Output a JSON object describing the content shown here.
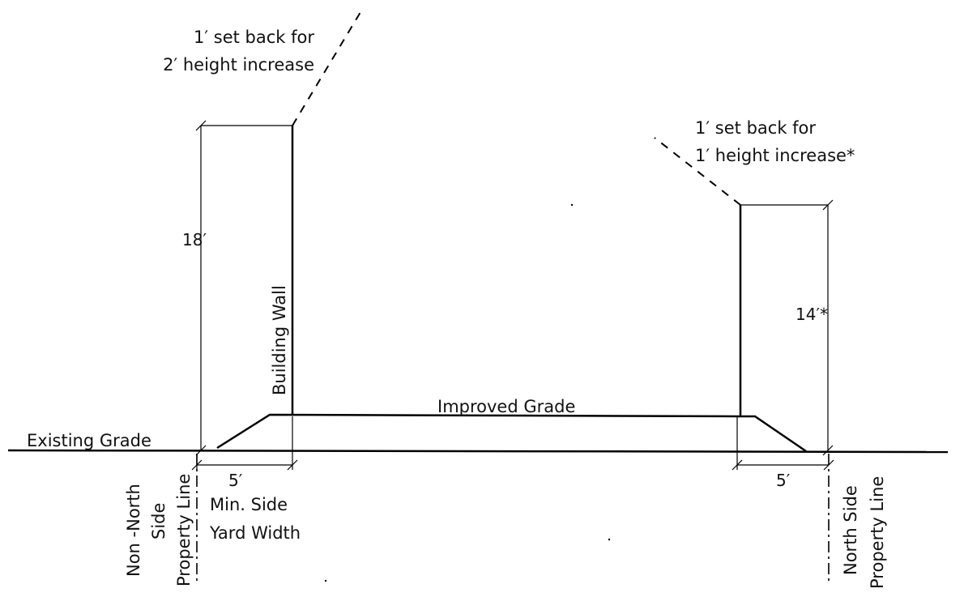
{
  "labels": {
    "left_setback_line1": "1′ set back for",
    "left_setback_line2": "2′ height increase",
    "right_setback_line1": "1′ set back for",
    "right_setback_line2": "1′ height increase*",
    "left_height": "18′",
    "right_height": "14′*",
    "building_wall": "Building Wall",
    "improved_grade": "Improved Grade",
    "existing_grade": "Existing Grade",
    "left_width": "5′",
    "right_width": "5′",
    "min_side_line1": "Min. Side",
    "min_side_line2": "Yard Width",
    "non_north_line1": "Non -North",
    "non_north_line2": "Side",
    "non_north_line3": "Property Line",
    "north_line1": "North Side",
    "north_line2": "Property Line"
  }
}
